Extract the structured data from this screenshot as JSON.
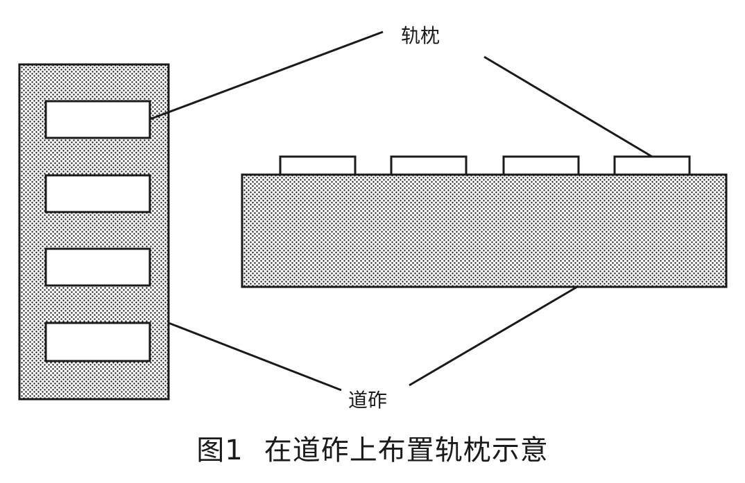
{
  "labels": {
    "sleeper": "轨枕",
    "ballast": "道砟"
  },
  "caption": {
    "figure_number": "图1",
    "text": "在道砟上布置轨枕示意"
  },
  "colors": {
    "stroke": "#1a1a1a",
    "ballast_fill": "#8c8c8c",
    "sleeper_fill": "#ffffff",
    "background": "#ffffff"
  }
}
